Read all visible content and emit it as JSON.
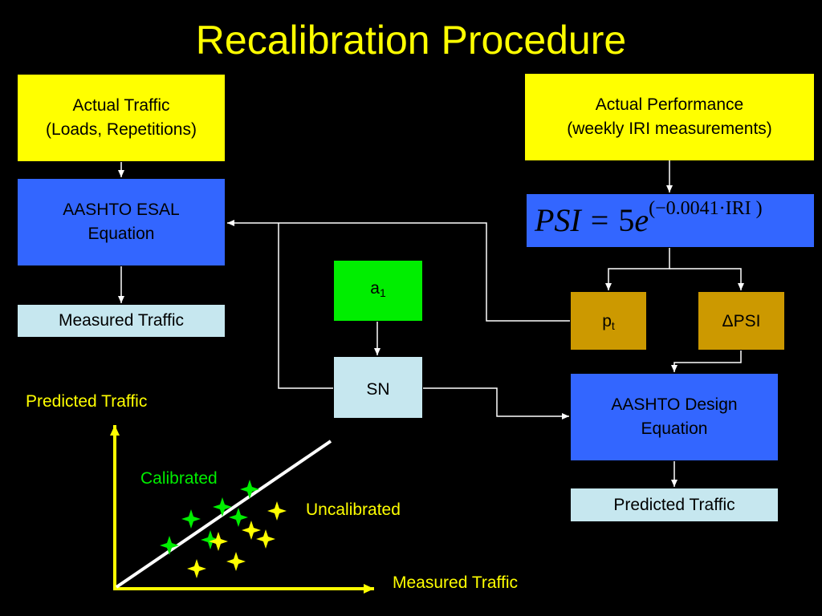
{
  "title": "Recalibration Procedure",
  "boxes": {
    "actual_traffic": {
      "line1": "Actual Traffic",
      "line2": "(Loads, Repetitions)"
    },
    "esal_equation": {
      "line1": "AASHTO ESAL",
      "line2": "Equation"
    },
    "measured_traffic": {
      "label": "Measured Traffic"
    },
    "actual_performance": {
      "line1": "Actual Performance",
      "line2": "(weekly IRI measurements)"
    },
    "psi_formula": {
      "lhs": "PSI",
      "equals": "=",
      "coef": "5",
      "base": "e",
      "exponent": "(−0.0041·IRI )"
    },
    "a1": {
      "main": "a",
      "sub": "1"
    },
    "sn": {
      "label": "SN"
    },
    "pt": {
      "main": "p",
      "sub": "t"
    },
    "delta_psi": {
      "label": "ΔPSI"
    },
    "design_equation": {
      "line1": "AASHTO Design",
      "line2": "Equation"
    },
    "predicted_traffic": {
      "label": "Predicted Traffic"
    }
  },
  "plot": {
    "y_axis_label": "Predicted Traffic",
    "x_axis_label": "Measured Traffic",
    "calibrated_label": "Calibrated",
    "uncalibrated_label": "Uncalibrated"
  },
  "colors": {
    "title": "#ffff00",
    "yellow_box": "#ffff00",
    "blue_box": "#3366ff",
    "light_box": "#c6e7ef",
    "green_box": "#00ee00",
    "gold_box": "#cc9900",
    "calibrated_marker": "#00ee00",
    "uncalibrated_marker": "#ffff00"
  }
}
